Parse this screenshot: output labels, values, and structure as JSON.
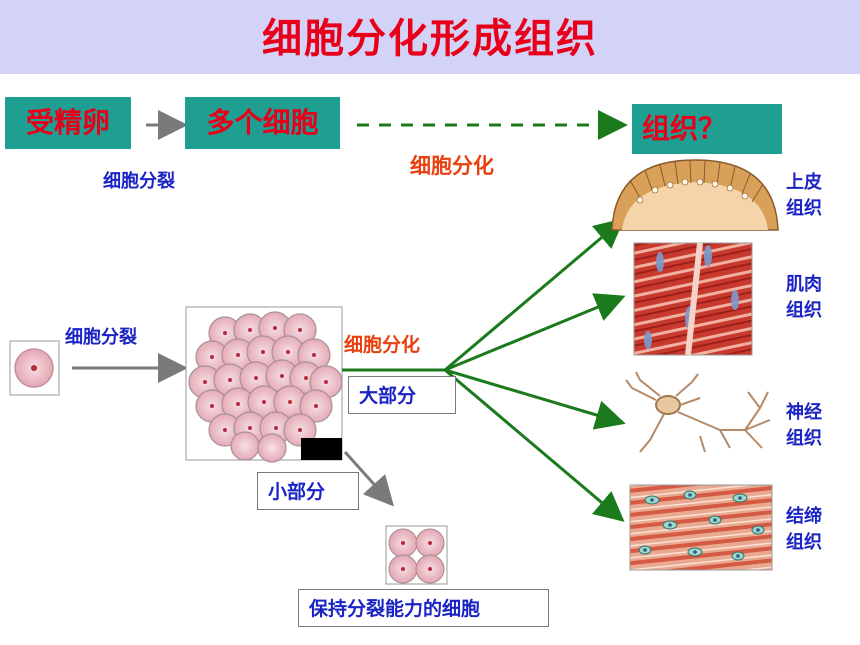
{
  "title": "细胞分化形成组织",
  "top_row": {
    "box1": "受精卵",
    "box2": "多个细胞",
    "box3": "组织？",
    "division_label": "细胞分裂",
    "differentiation_label": "细胞分化"
  },
  "lower": {
    "division_label": "细胞分裂",
    "differentiation_label": "细胞分化",
    "major_part": "大部分",
    "minor_part": "小部分",
    "retained_cells": "保持分裂能力的细胞"
  },
  "tissues": [
    {
      "line1": "上皮",
      "line2": "组织"
    },
    {
      "line1": "肌肉",
      "line2": "组织"
    },
    {
      "line1": "神经",
      "line2": "组织"
    },
    {
      "line1": "结缔",
      "line2": "组织"
    }
  ],
  "colors": {
    "title_bar": "#d3d3f7",
    "title_text": "#e8001a",
    "teal_box": "#1f9e92",
    "label_blue": "#1a23c4",
    "label_orange": "#e8400e",
    "arrow_green": "#1b7a1b",
    "arrow_gray": "#7a7a7a"
  }
}
